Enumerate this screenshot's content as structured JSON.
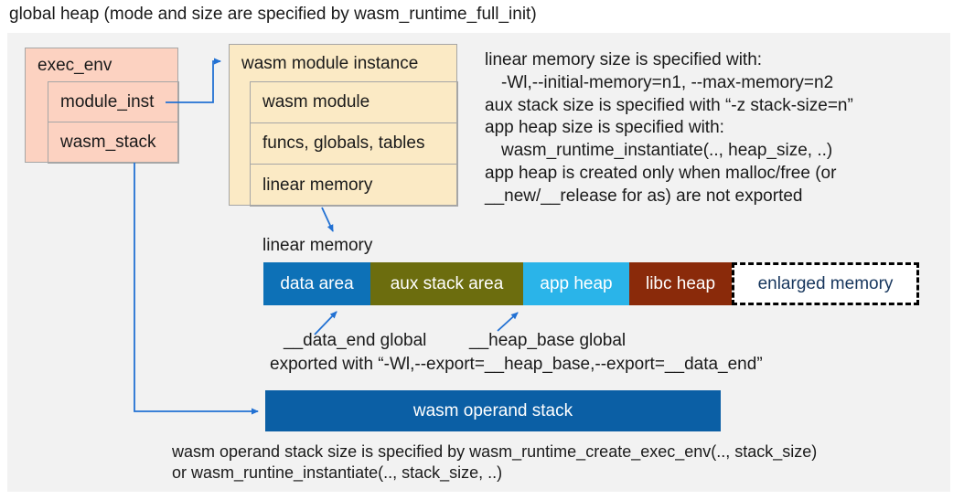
{
  "title": "global heap (mode and size are specified by wasm_runtime_full_init)",
  "exec_env": {
    "title": "exec_env",
    "fields": [
      "module_inst",
      "wasm_stack"
    ]
  },
  "module_instance": {
    "title": "wasm module instance",
    "fields": [
      "wasm module",
      "funcs, globals, tables",
      "linear memory"
    ]
  },
  "notes_right": {
    "lines": [
      "linear memory size is specified with:",
      "-Wl,--initial-memory=n1, --max-memory=n2",
      "aux stack size is specified with “-z stack-size=n”",
      "app heap size is specified with:",
      "wasm_runtime_instantiate(.., heap_size, ..)",
      "app heap is created only when malloc/free (or",
      "__new/__release for as) are not exported"
    ]
  },
  "linear_memory": {
    "label": "linear memory",
    "segments": [
      {
        "label": "data area",
        "color": "#0d71b7",
        "text_color": "#ffffff"
      },
      {
        "label": "aux stack area",
        "color": "#6c6d0e",
        "text_color": "#ffffff"
      },
      {
        "label": "app heap",
        "color": "#2ab4e9",
        "text_color": "#ffffff"
      },
      {
        "label": "libc heap",
        "color": "#8a2a0a",
        "text_color": "#ffffff"
      },
      {
        "label": "enlarged memory",
        "color": "#ffffff",
        "text_color": "#17365d"
      }
    ],
    "data_end_label": "__data_end global",
    "heap_base_label": "__heap_base global",
    "export_note": "exported with “-Wl,--export=__heap_base,--export=__data_end”"
  },
  "operand_stack": {
    "label": "wasm operand stack",
    "color": "#0b5fa5",
    "note_line1": "wasm operand stack size is specified by wasm_runtime_create_exec_env(.., stack_size)",
    "note_line2": "or wasm_runtine_instantiate(.., stack_size, ..)"
  },
  "colors": {
    "panel_bg": "#f2f2f2",
    "exec_env_fill": "#fcd2c1",
    "module_instance_fill": "#fbeac5",
    "box_border": "#a6a6a6",
    "arrow": "#2271d3"
  }
}
